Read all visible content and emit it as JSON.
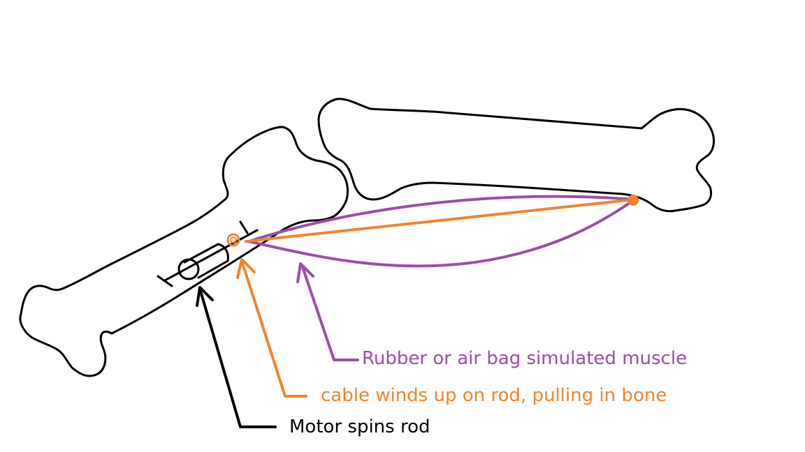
{
  "colors": {
    "ink": "#000000",
    "muscle": "#9b4fa6",
    "cable": "#f0852d",
    "background": "#ffffff"
  },
  "labels": {
    "muscle": "Rubber or air bag simulated muscle",
    "cable": "cable winds up on rod, pulling in bone",
    "motor": "Motor spins rod"
  }
}
